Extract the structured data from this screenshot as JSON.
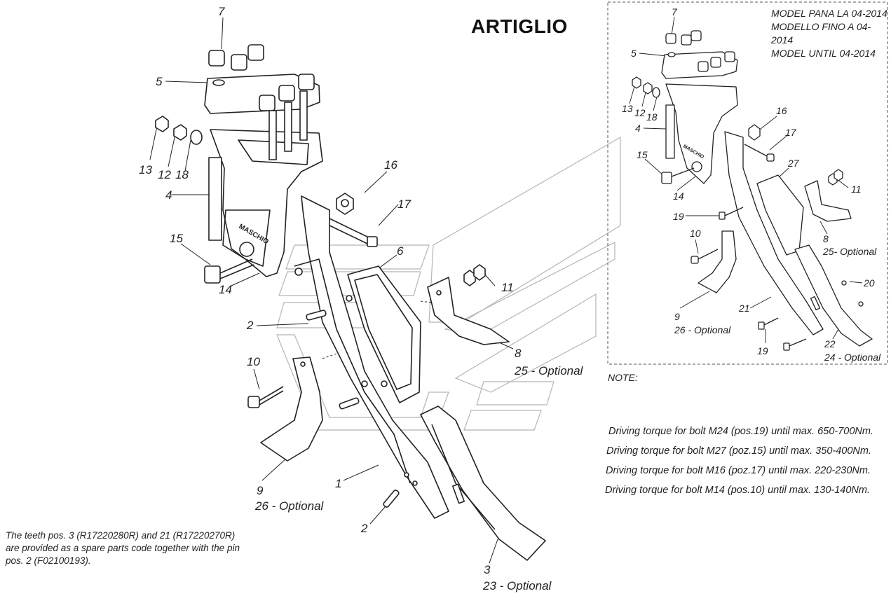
{
  "title": "ARTIGLIO",
  "model_box": {
    "lines": [
      "MODEL PANA LA 04-2014",
      "MODELLO FINO A 04-2014",
      "MODEL UNTIL 04-2014"
    ]
  },
  "main_labels": {
    "p7": "7",
    "p5": "5",
    "p13": "13",
    "p12": "12",
    "p18": "18",
    "p4": "4",
    "p16": "16",
    "p17": "17",
    "p15": "15",
    "p14": "14",
    "p6": "6",
    "p11": "11",
    "p2a": "2",
    "p8": "8",
    "p8_opt": "25 - Optional",
    "p10": "10",
    "p9": "9",
    "p9_opt": "26 - Optional",
    "p1": "1",
    "p2b": "2",
    "p3": "3",
    "p3_opt": "23 - Optional"
  },
  "inset_labels": {
    "p7": "7",
    "p5": "5",
    "p13": "13",
    "p12": "12",
    "p18": "18",
    "p4": "4",
    "p16": "16",
    "p17": "17",
    "p15": "15",
    "p14": "14",
    "p27": "27",
    "p11": "11",
    "p19a": "19",
    "p8": "8",
    "p8_opt": "25- Optional",
    "p10": "10",
    "p20": "20",
    "p9": "9",
    "p9_opt": "26 - Optional",
    "p21": "21",
    "p22": "22",
    "p19b": "19",
    "p24_opt": "24 - Optional"
  },
  "note": {
    "title": "NOTE:",
    "torque_lines": [
      "Driving torque for bolt M24 (pos.19) until max. 650-700Nm.",
      "Driving torque for bolt M27 (poz.15) until max. 350-400Nm.",
      "Driving torque for bolt M16 (poz.17) until max. 220-230Nm.",
      "Driving torque for bolt M14 (pos.10) until max. 130-140Nm."
    ]
  },
  "spare_parts_note": "The teeth pos. 3 (R17220280R) and 21 (R17220270R) are provided as a spare parts code together with the pin pos. 2 (F02100193).",
  "colors": {
    "ink": "#222222",
    "watermark": "#b5b5b5",
    "background": "#ffffff"
  }
}
